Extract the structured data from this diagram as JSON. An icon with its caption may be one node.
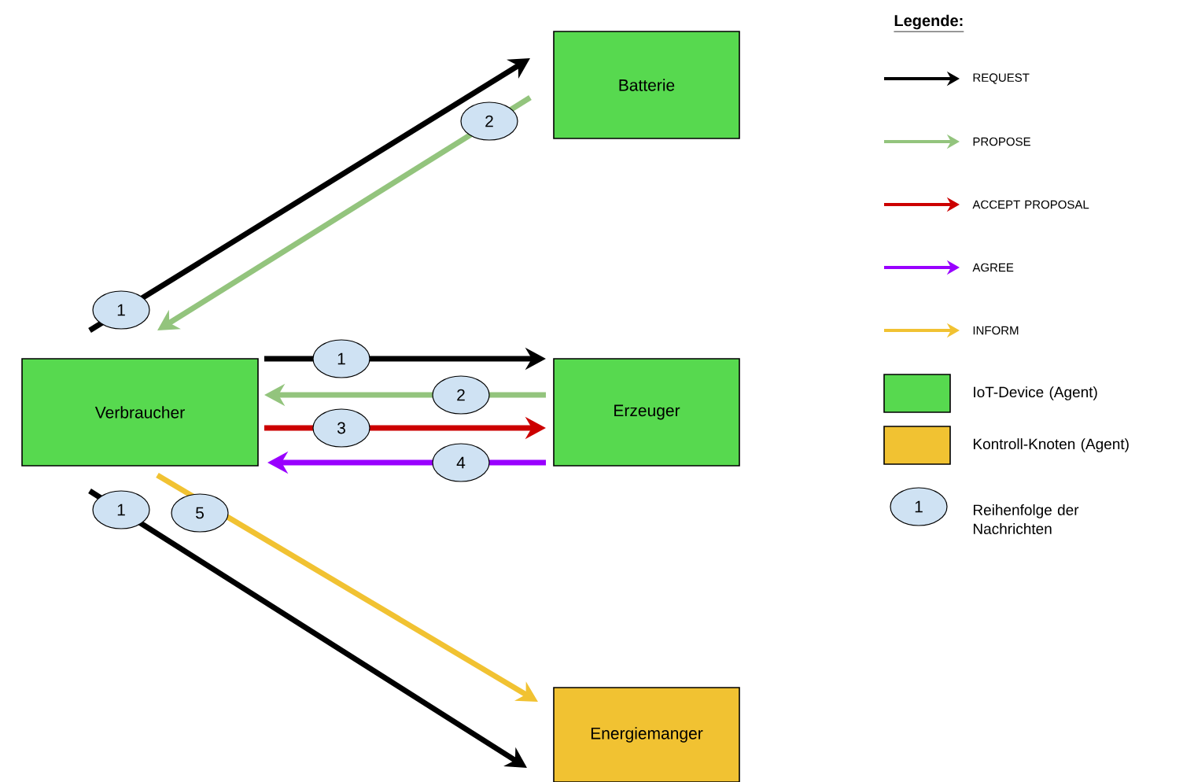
{
  "diagram": {
    "nodes": [
      {
        "text": [
          "Batterie"
        ]
      },
      {
        "text": [
          "Verbraucher"
        ]
      },
      {
        "text": [
          "Erzeuger"
        ]
      },
      {
        "text": [
          "Energiemanger"
        ]
      }
    ],
    "edges": [
      {
        "from": 1,
        "to": 0,
        "arrow": "to",
        "label": "1"
      },
      {
        "from": 0,
        "to": 1,
        "arrow": "to",
        "label": "2",
        "color": "#93c47d"
      },
      {
        "from": 1,
        "to": 2,
        "arrow": "to",
        "label": "1"
      },
      {
        "from": 2,
        "to": 1,
        "arrow": "to",
        "label": "2",
        "color": "#93c47d"
      },
      {
        "from": 1,
        "to": 2,
        "arrow": "to",
        "label": "3",
        "color": "#cc0000"
      },
      {
        "from": 2,
        "to": 1,
        "arrow": "to",
        "label": "4",
        "color": "#9900ff"
      },
      {
        "from": 1,
        "to": 3,
        "arrow": "to",
        "label": "1"
      },
      {
        "from": 1,
        "to": 3,
        "arrow": "to",
        "label": "5",
        "color": "#f1c232"
      }
    ],
    "labels": [
      "Legende:",
      "1"
    ],
    "legend": [
      {
        "text": "REQUEST"
      },
      {
        "text": "PROPOSE"
      },
      {
        "text": "ACCEPT PROPOSAL"
      },
      {
        "text": "AGREE"
      },
      {
        "text": "INFORM"
      },
      {
        "text": "IoT-Device (Agent)",
        "color": "#57d94f"
      },
      {
        "text": "Kontroll-Knoten (Agent)",
        "color": "#f1c232"
      },
      {
        "text": "Reihenfolge der Nachrichten"
      }
    ]
  }
}
